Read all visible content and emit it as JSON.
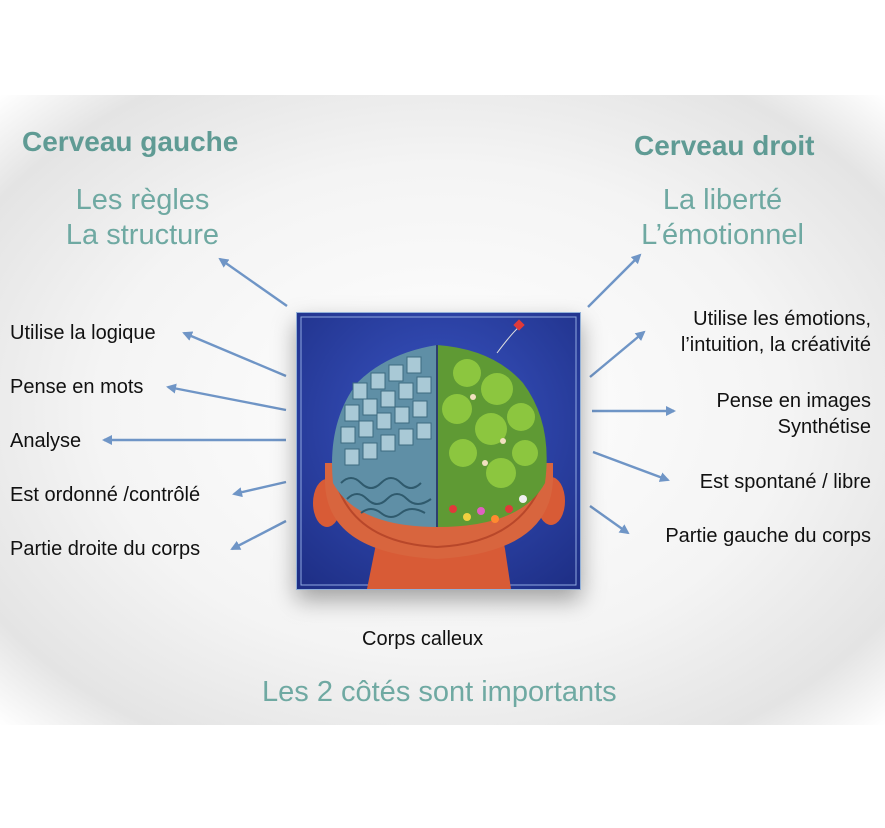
{
  "left": {
    "title": "Cerveau gauche",
    "traits": [
      "Les règles",
      "La structure"
    ],
    "items": [
      "Utilise la logique",
      "Pense en mots",
      "Analyse",
      "Est ordonné /contrôlé",
      "Partie droite du corps"
    ]
  },
  "right": {
    "title": "Cerveau droit",
    "traits": [
      "La liberté",
      "L’émotionnel"
    ],
    "items": [
      [
        "Utilise les émotions,",
        "l’intuition, la créativité"
      ],
      [
        "Pense en images",
        "Synthétise"
      ],
      [
        "Est spontané / libre"
      ],
      [
        "Partie gauche du corps"
      ]
    ]
  },
  "caption": "Corps calleux",
  "footer": "Les 2 côtés sont importants",
  "colors": {
    "title": "#5f9b94",
    "traits": "#6fa9a2",
    "arrow": "#6f95c6",
    "frame_bg": "#2b42a8",
    "head": "#d85b36",
    "brain_left": "#5f8fa6",
    "brain_right": "#5f9a34"
  }
}
